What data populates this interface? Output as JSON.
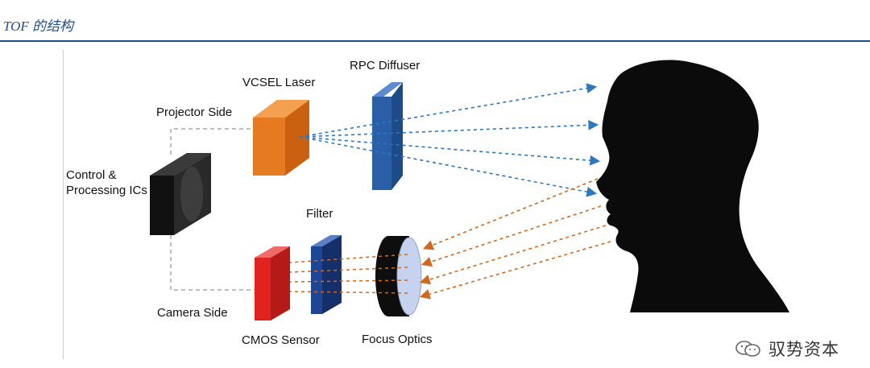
{
  "header": {
    "title": "TOF 的结构"
  },
  "labels": {
    "control": "Control &\nProcessing ICs",
    "projector_side": "Projector Side",
    "vcsel": "VCSEL Laser",
    "rpc": "RPC Diffuser",
    "filter": "Filter",
    "camera_side": "Camera Side",
    "cmos": "CMOS Sensor",
    "focus": "Focus Optics"
  },
  "watermark": {
    "text": "驭势资本",
    "icon": "wechat-icon"
  },
  "colors": {
    "title_blue": "#1f4e8c",
    "laser_orange": "#e57a22",
    "diffuser_blue": "#2a5fa8",
    "sensor_red": "#e0231f",
    "filter_blue": "#1e4696",
    "beam_blue": "#2b78c0",
    "beam_orange": "#d0691e",
    "lens_fill": "#c6d3ee",
    "silhouette": "#0b0b0b"
  }
}
